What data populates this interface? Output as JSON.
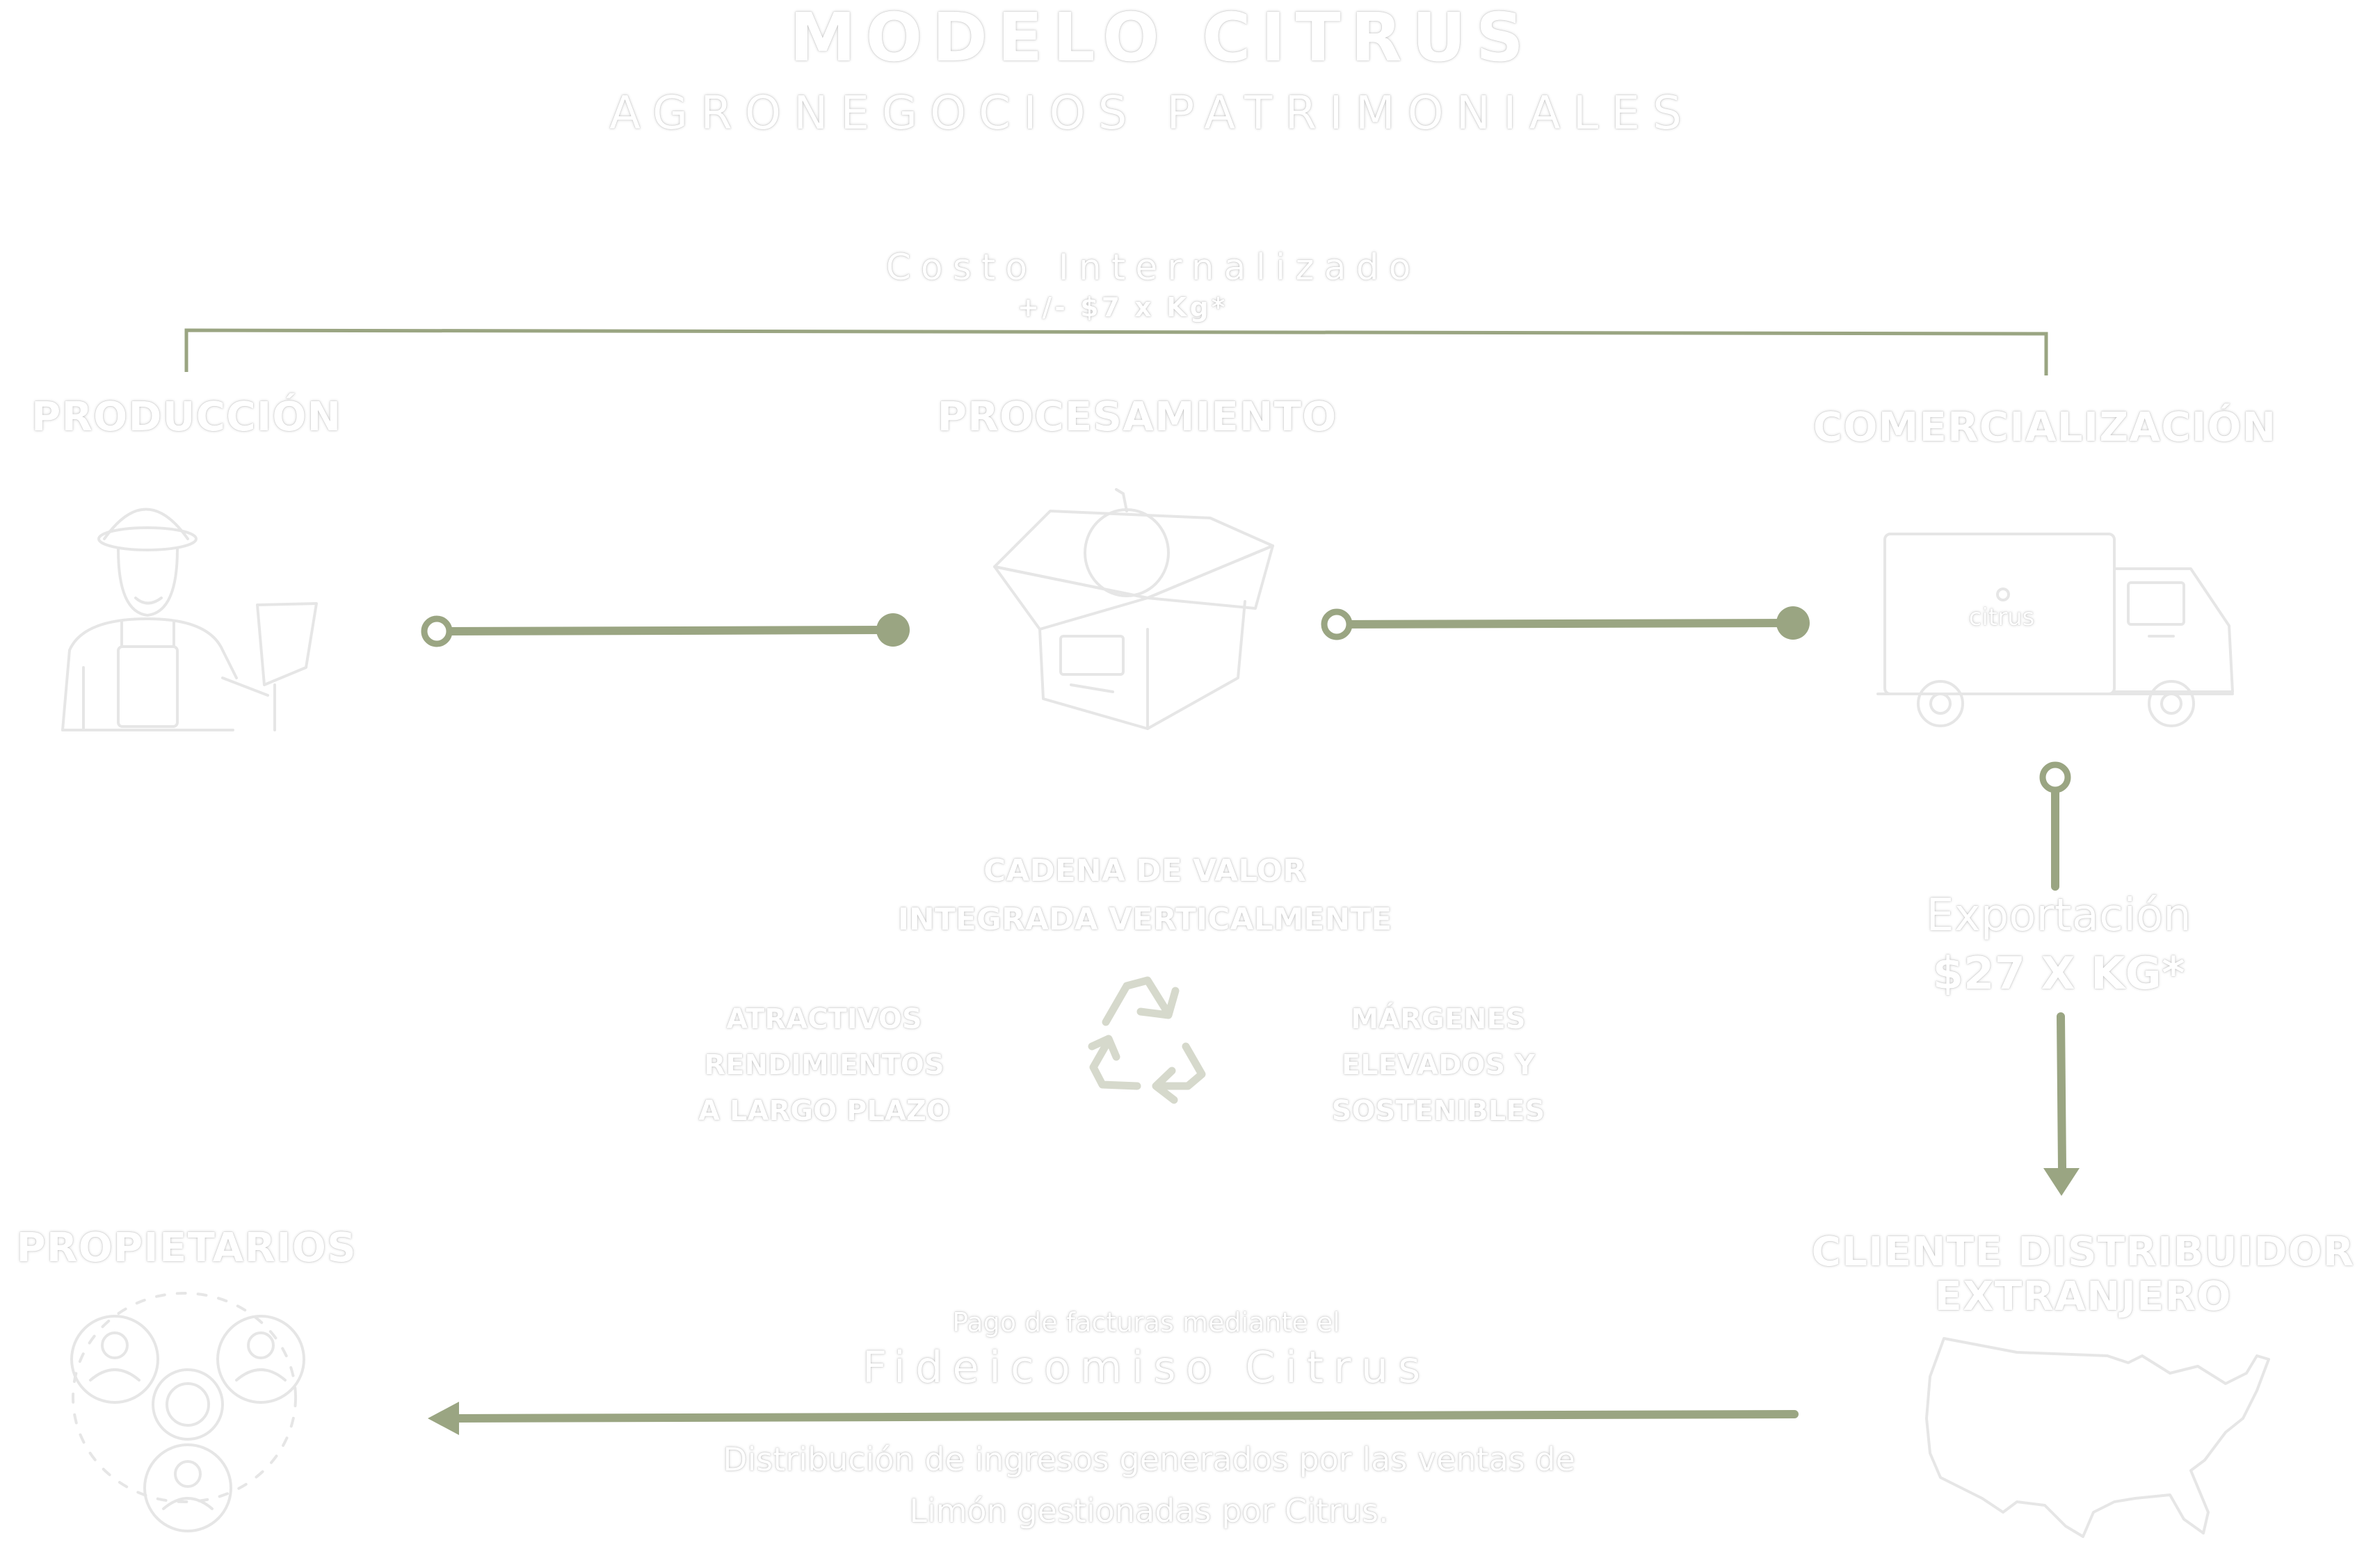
{
  "header": {
    "title": "MODELO CITRUS",
    "subtitle": "AGRONEGOCIOS PATRIMONIALES"
  },
  "cost": {
    "label": "Costo Internalizado",
    "value": "+/- $7 x Kg*"
  },
  "stages": {
    "production": "PRODUCCIÓN",
    "processing": "PROCESAMIENTO",
    "commercialization": "COMERCIALIZACIÓN",
    "owners": "PROPIETARIOS",
    "client_line1": "CLIENTE DISTRIBUIDOR",
    "client_line2": "EXTRANJERO"
  },
  "center": {
    "line1": "CADENA DE VALOR",
    "line2": "INTEGRADA VERTICALMENTE"
  },
  "left_note": {
    "line1": "ATRACTIVOS",
    "line2": "RENDIMIENTOS",
    "line3": "A LARGO PLAZO"
  },
  "right_note": {
    "line1": "MÁRGENES",
    "line2": "ELEVADOS Y",
    "line3": "SOSTENIBLES"
  },
  "export": {
    "label": "Exportación",
    "price": "$27 X KG*"
  },
  "payment": {
    "label": "Pago de facturas mediante el",
    "trust": "Fideicomiso Citrus",
    "dist_line1": "Distribución de ingresos generados por las ventas de",
    "dist_line2": "Limón gestionadas por Citrus."
  },
  "icons": {
    "farmer": "farmer-icon",
    "box": "lemon-box-icon",
    "truck": "delivery-truck-icon",
    "truck_brand": "citrus",
    "recycle": "recycle-icon",
    "owners": "owners-network-icon",
    "map": "usa-map-icon"
  },
  "colors": {
    "accent": "#9aa582",
    "text": "#ffffff",
    "icon_stroke": "#e6e6e6"
  }
}
